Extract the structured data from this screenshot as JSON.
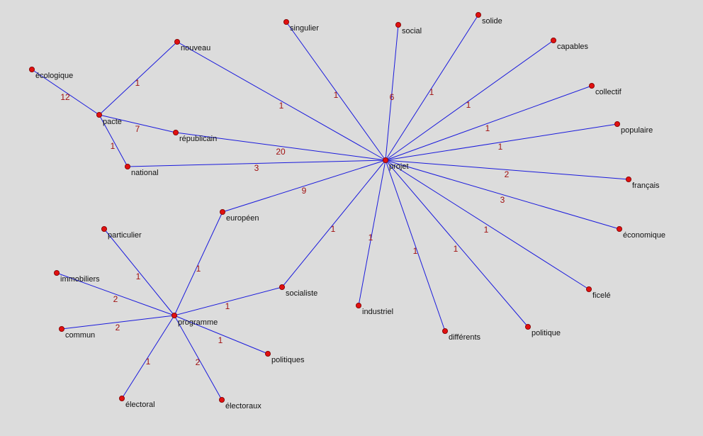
{
  "colors": {
    "background": "#dcdcdc",
    "edge": "#1a1adc",
    "node": "#e01010",
    "label": "#111111",
    "weight": "#a01010"
  },
  "graph": {
    "nodes": [
      {
        "id": "projet",
        "label": "projet"
      },
      {
        "id": "pacte",
        "label": "pacte"
      },
      {
        "id": "programme",
        "label": "programme"
      },
      {
        "id": "ecologique",
        "label": "écologique"
      },
      {
        "id": "nouveau",
        "label": "nouveau"
      },
      {
        "id": "republicain",
        "label": "républicain"
      },
      {
        "id": "national",
        "label": "national"
      },
      {
        "id": "singulier",
        "label": "singulier"
      },
      {
        "id": "social",
        "label": "social"
      },
      {
        "id": "solide",
        "label": "solide"
      },
      {
        "id": "capables",
        "label": "capables"
      },
      {
        "id": "collectif",
        "label": "collectif"
      },
      {
        "id": "populaire",
        "label": "populaire"
      },
      {
        "id": "francais",
        "label": "français"
      },
      {
        "id": "economique",
        "label": "économique"
      },
      {
        "id": "ficele",
        "label": "ficelé"
      },
      {
        "id": "politique",
        "label": "politique"
      },
      {
        "id": "differents",
        "label": "différents"
      },
      {
        "id": "industriel",
        "label": "industriel"
      },
      {
        "id": "socialiste",
        "label": "socialiste"
      },
      {
        "id": "europeen",
        "label": "européen"
      },
      {
        "id": "particulier",
        "label": "particulier"
      },
      {
        "id": "immobiliers",
        "label": "immobiliers"
      },
      {
        "id": "commun",
        "label": "commun"
      },
      {
        "id": "electoral",
        "label": "électoral"
      },
      {
        "id": "electoraux",
        "label": "électoraux"
      },
      {
        "id": "politiques",
        "label": "politiques"
      }
    ],
    "edges": [
      {
        "source": "pacte",
        "target": "ecologique",
        "weight": "12"
      },
      {
        "source": "pacte",
        "target": "nouveau",
        "weight": "1"
      },
      {
        "source": "pacte",
        "target": "republicain",
        "weight": "7"
      },
      {
        "source": "pacte",
        "target": "national",
        "weight": "1"
      },
      {
        "source": "projet",
        "target": "nouveau",
        "weight": "1"
      },
      {
        "source": "projet",
        "target": "republicain",
        "weight": "20"
      },
      {
        "source": "projet",
        "target": "national",
        "weight": "3"
      },
      {
        "source": "projet",
        "target": "singulier",
        "weight": "1"
      },
      {
        "source": "projet",
        "target": "social",
        "weight": "6"
      },
      {
        "source": "projet",
        "target": "solide",
        "weight": "1"
      },
      {
        "source": "projet",
        "target": "capables",
        "weight": "1"
      },
      {
        "source": "projet",
        "target": "collectif",
        "weight": "1"
      },
      {
        "source": "projet",
        "target": "populaire",
        "weight": "1"
      },
      {
        "source": "projet",
        "target": "francais",
        "weight": "2"
      },
      {
        "source": "projet",
        "target": "economique",
        "weight": "3"
      },
      {
        "source": "projet",
        "target": "ficele",
        "weight": "1"
      },
      {
        "source": "projet",
        "target": "politique",
        "weight": "1"
      },
      {
        "source": "projet",
        "target": "differents",
        "weight": "1"
      },
      {
        "source": "projet",
        "target": "industriel",
        "weight": "1"
      },
      {
        "source": "projet",
        "target": "socialiste",
        "weight": "1"
      },
      {
        "source": "projet",
        "target": "europeen",
        "weight": "9"
      },
      {
        "source": "programme",
        "target": "europeen",
        "weight": "1"
      },
      {
        "source": "programme",
        "target": "socialiste",
        "weight": "1"
      },
      {
        "source": "programme",
        "target": "particulier",
        "weight": "1"
      },
      {
        "source": "programme",
        "target": "immobiliers",
        "weight": "2"
      },
      {
        "source": "programme",
        "target": "commun",
        "weight": "2"
      },
      {
        "source": "programme",
        "target": "electoral",
        "weight": "1"
      },
      {
        "source": "programme",
        "target": "electoraux",
        "weight": "2"
      },
      {
        "source": "programme",
        "target": "politiques",
        "weight": "1"
      }
    ]
  }
}
